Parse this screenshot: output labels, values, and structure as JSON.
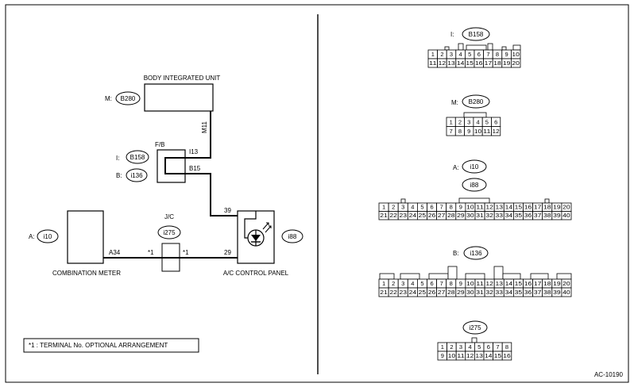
{
  "wiring": {
    "body_unit": {
      "title": "BODY INTEGRATED UNIT",
      "prefix": "M:",
      "code": "B280",
      "wire": "M11"
    },
    "fb": {
      "title": "F/B",
      "terminal_in": "I13",
      "terminal_out": "B15"
    },
    "fb_connectors": [
      {
        "prefix": "I:",
        "code": "B158"
      },
      {
        "prefix": "B:",
        "code": "i136"
      }
    ],
    "meter": {
      "title": "COMBINATION METER",
      "prefix": "A:",
      "code": "i10",
      "terminal": "A34"
    },
    "jc": {
      "title": "J/C",
      "code": "i275",
      "mark_left": "*1",
      "mark_right": "*1"
    },
    "panel": {
      "title": "A/C CONTROL PANEL",
      "code": "i88",
      "terminal_top": "39",
      "terminal_bottom": "29"
    },
    "note": "*1 : TERMINAL No. OPTIONAL ARRANGEMENT"
  },
  "connectors": [
    {
      "prefix": "I:",
      "codes": [
        "B158"
      ],
      "rows": [
        [
          "1",
          "2",
          "3",
          "4",
          "5",
          "6",
          "7",
          "8",
          "9",
          "10"
        ],
        [
          "11",
          "12",
          "13",
          "14",
          "15",
          "16",
          "17",
          "18",
          "19",
          "20"
        ]
      ]
    },
    {
      "prefix": "M:",
      "codes": [
        "B280"
      ],
      "rows": [
        [
          "1",
          "2",
          "3",
          "4",
          "5",
          "6"
        ],
        [
          "7",
          "8",
          "9",
          "10",
          "11",
          "12"
        ]
      ]
    },
    {
      "prefix": "A:",
      "codes": [
        "i10",
        "i88"
      ],
      "rows": [
        [
          "1",
          "2",
          "3",
          "4",
          "5",
          "6",
          "7",
          "8",
          "9",
          "10",
          "11",
          "12",
          "13",
          "14",
          "15",
          "16",
          "17",
          "18",
          "19",
          "20"
        ],
        [
          "21",
          "22",
          "23",
          "24",
          "25",
          "26",
          "27",
          "28",
          "29",
          "30",
          "31",
          "32",
          "33",
          "34",
          "35",
          "36",
          "37",
          "38",
          "39",
          "40"
        ]
      ]
    },
    {
      "prefix": "B:",
      "codes": [
        "i136"
      ],
      "rows": [
        [
          "1",
          "2",
          "3",
          "4",
          "5",
          "6",
          "7",
          "8",
          "9",
          "10",
          "11",
          "12",
          "13",
          "14",
          "15",
          "16",
          "17",
          "18",
          "19",
          "20"
        ],
        [
          "21",
          "22",
          "23",
          "24",
          "25",
          "26",
          "27",
          "28",
          "29",
          "30",
          "31",
          "32",
          "33",
          "34",
          "35",
          "36",
          "37",
          "38",
          "39",
          "40"
        ]
      ]
    },
    {
      "prefix": "",
      "codes": [
        "i275"
      ],
      "rows": [
        [
          "1",
          "2",
          "3",
          "4",
          "5",
          "6",
          "7",
          "8"
        ],
        [
          "9",
          "10",
          "11",
          "12",
          "13",
          "14",
          "15",
          "16"
        ]
      ]
    }
  ],
  "figure_id": "AC-10190"
}
